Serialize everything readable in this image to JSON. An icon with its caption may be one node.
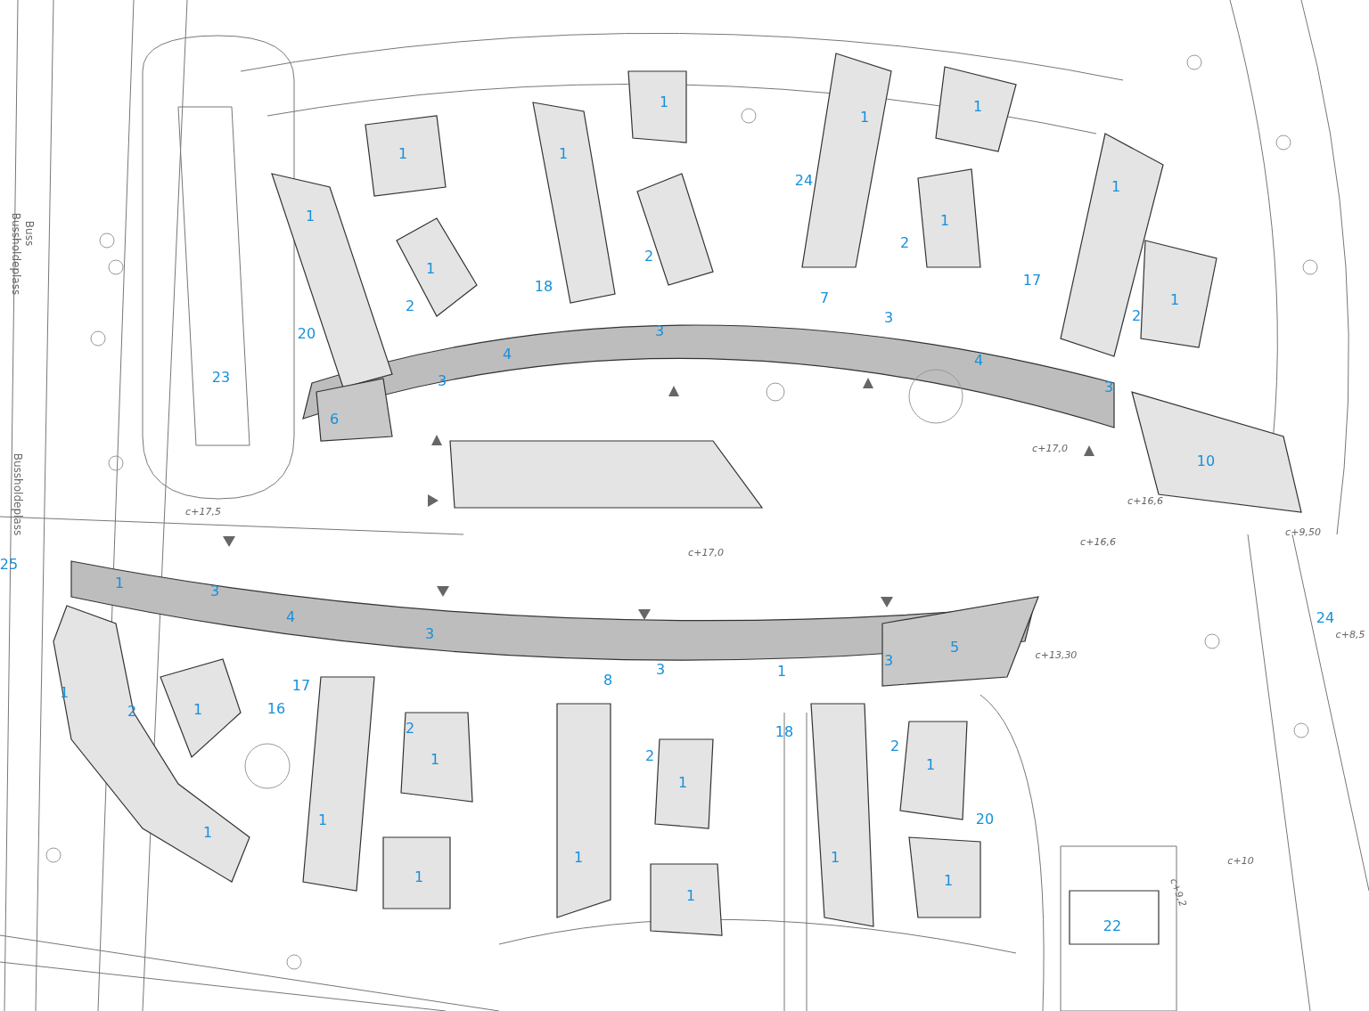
{
  "diagram": {
    "labels": [
      "1",
      "1",
      "1",
      "1",
      "1",
      "24",
      "1",
      "1",
      "1",
      "2",
      "2",
      "Buss",
      "Bussholdeplass",
      "1",
      "17",
      "18",
      "2",
      "1",
      "7",
      "2",
      "3",
      "3",
      "20",
      "4",
      "4",
      "23",
      "3",
      "3",
      "6",
      "c+17,0",
      "10",
      "Bussholdeplass",
      "c+16,6",
      "c+9,50",
      "c+17,5",
      "c+16,6",
      "c+17,0",
      "25",
      "1",
      "3",
      "4",
      "24",
      "c+8,5",
      "3",
      "5",
      "c+13,30",
      "3",
      "3",
      "1",
      "8",
      "17",
      "1",
      "16",
      "1",
      "2",
      "2",
      "18",
      "2",
      "1",
      "2",
      "1",
      "1",
      "20",
      "1",
      "1",
      "1",
      "1",
      "1",
      "1",
      "1",
      "c+10",
      "c+9,2",
      "22"
    ]
  }
}
